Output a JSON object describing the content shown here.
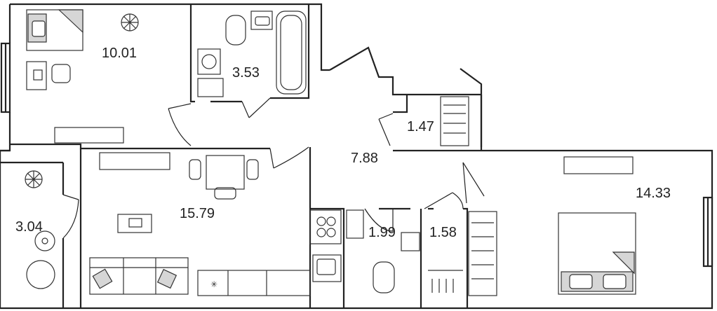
{
  "colors": {
    "wall": "#222222",
    "wall_fill": "#ffffff",
    "furniture": "#333333",
    "furniture_fill": "#d6d6d6",
    "background": "#ffffff"
  },
  "rooms": [
    {
      "id": "bedroom-small",
      "area": "10.01",
      "kind": "bedroom"
    },
    {
      "id": "bathroom",
      "area": "3.53",
      "kind": "bathroom"
    },
    {
      "id": "wardrobe",
      "area": "1.47",
      "kind": "storage"
    },
    {
      "id": "hallway",
      "area": "7.88",
      "kind": "hallway"
    },
    {
      "id": "bedroom-large",
      "area": "14.33",
      "kind": "bedroom"
    },
    {
      "id": "balcony",
      "area": "3.04",
      "kind": "balcony"
    },
    {
      "id": "living-kitchen",
      "area": "15.79",
      "kind": "living-kitchen"
    },
    {
      "id": "toilet",
      "area": "1.99",
      "kind": "toilet"
    },
    {
      "id": "closet",
      "area": "1.58",
      "kind": "storage"
    }
  ]
}
